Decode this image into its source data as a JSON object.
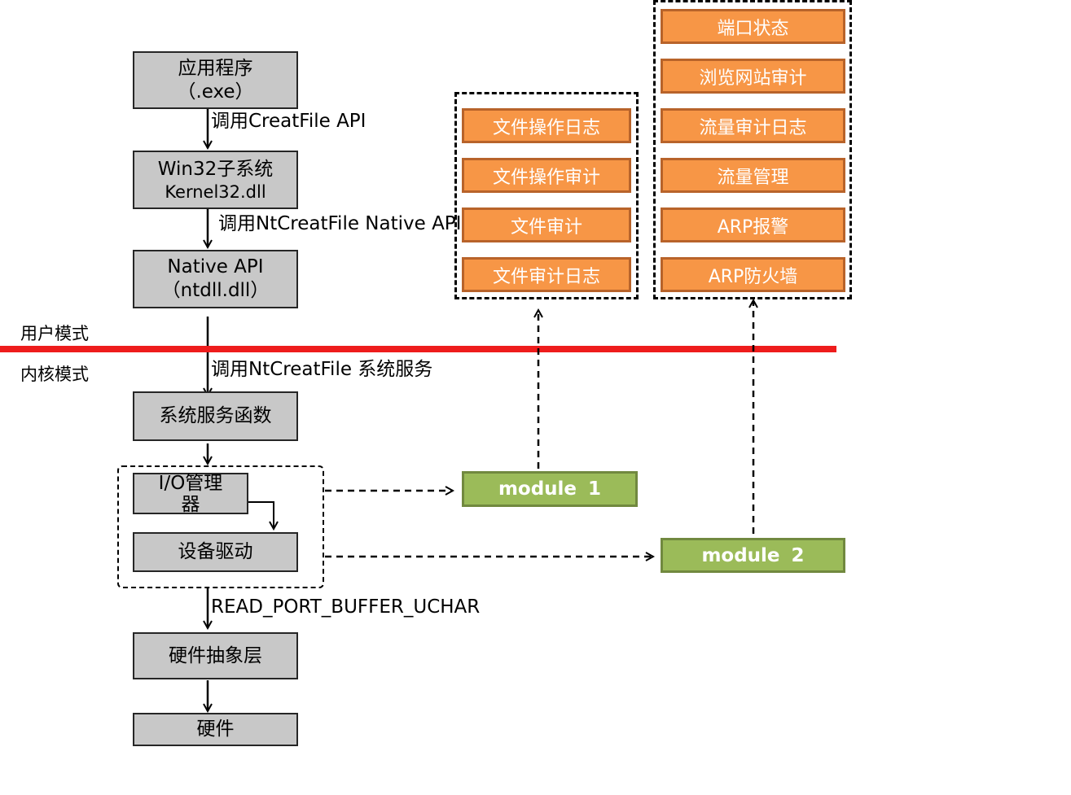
{
  "stack": {
    "app": {
      "line1": "应用程序",
      "line2": "（.exe）"
    },
    "win32": {
      "line1": "Win32子系统",
      "line2": "Kernel32.dll"
    },
    "native": {
      "line1": "Native API",
      "line2": "（ntdll.dll）"
    },
    "sysservice": "系统服务函数",
    "iomanager": {
      "line1": "I/O管理",
      "line2": "器"
    },
    "driver": "设备驱动",
    "hal": "硬件抽象层",
    "hardware": "硬件"
  },
  "edges": {
    "call_createfile_api": "调用CreatFile  API",
    "call_ntcreatefile_native": "调用NtCreatFile  Native API",
    "call_ntcreatefile_service": "调用NtCreatFile  系统服务",
    "read_port": "READ_PORT_BUFFER_UCHAR"
  },
  "modes": {
    "user": "用户模式",
    "kernel": "内核模式"
  },
  "modules": {
    "m1": "module  1",
    "m2": "module  2"
  },
  "group1": [
    "文件操作日志",
    "文件操作审计",
    "文件审计",
    "文件审计日志"
  ],
  "group2": [
    "端口状态",
    "浏览网站审计",
    "流量审计日志",
    "流量管理",
    "ARP报警",
    "ARP防火墙"
  ],
  "colors": {
    "orange": "#f79646",
    "green": "#9bbb59",
    "gray": "#c8c8c8",
    "divider": "#ee1c1c"
  }
}
